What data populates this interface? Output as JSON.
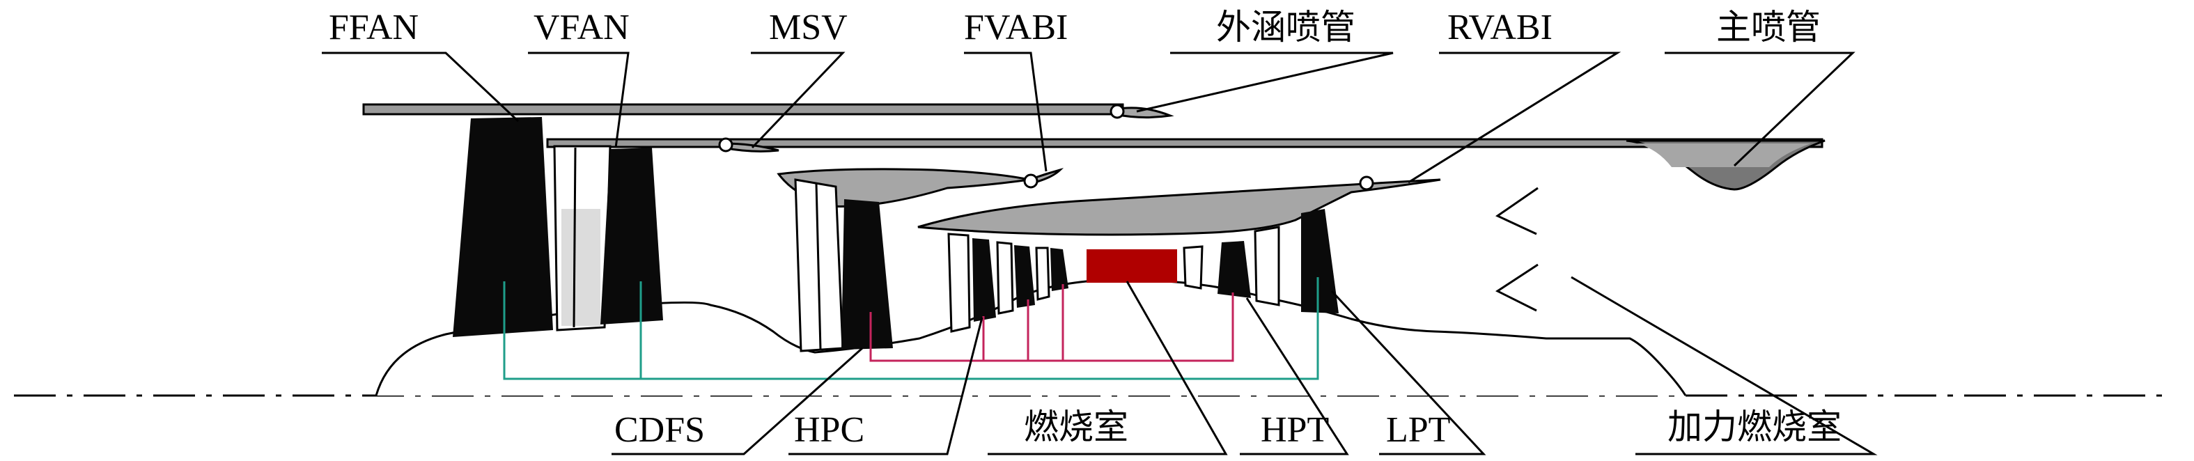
{
  "labels": {
    "ffan": "FFAN",
    "vfan": "VFAN",
    "msv": "MSV",
    "fvabi": "FVABI",
    "bypass_nozzle": "外涵喷管",
    "rvabi": "RVABI",
    "main_nozzle": "主喷管",
    "cdfs": "CDFS",
    "hpc": "HPC",
    "combustor": "燃烧室",
    "hpt": "HPT",
    "lpt": "LPT",
    "afterburner": "加力燃烧室"
  },
  "colors": {
    "blade": "#0a0a0a",
    "casing": "#9a9a9a",
    "duct": "#a6a6a6",
    "combustor": "#b00000",
    "low_shaft": "#1f9e8a",
    "high_shaft": "#c4245c"
  }
}
